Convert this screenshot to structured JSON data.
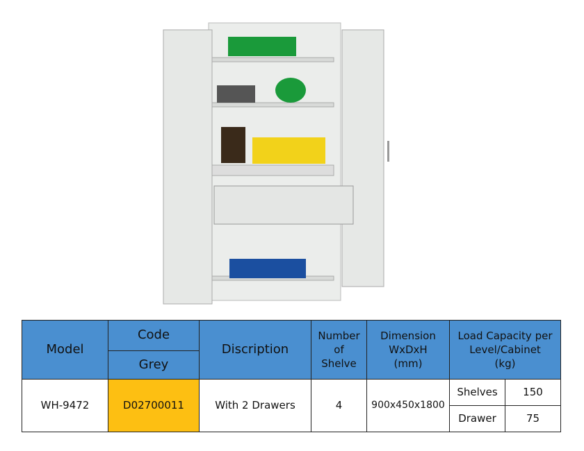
{
  "table": {
    "headers": {
      "model": "Model",
      "code": "Code",
      "grey": "Grey",
      "description": "Discription",
      "shelves_line1": "Number",
      "shelves_line2": "of",
      "shelves_line3": "Shelve",
      "dimension_line1": "Dimension",
      "dimension_line2": "WxDxH",
      "dimension_line3": "(mm)",
      "load_line1": "Load Capacity per",
      "load_line2": "Level/Cabinet",
      "load_line3": "(kg)"
    },
    "row": {
      "model": "WH-9472",
      "code": "D02700011",
      "description": "With 2 Drawers",
      "shelves": "4",
      "dimension": "900x450x1800",
      "load": [
        {
          "label": "Shelves",
          "value": "150"
        },
        {
          "label": "Drawer",
          "value": "75"
        }
      ]
    },
    "colors": {
      "header": "#4a8fd0",
      "code_highlight": "#fdbf12"
    }
  }
}
